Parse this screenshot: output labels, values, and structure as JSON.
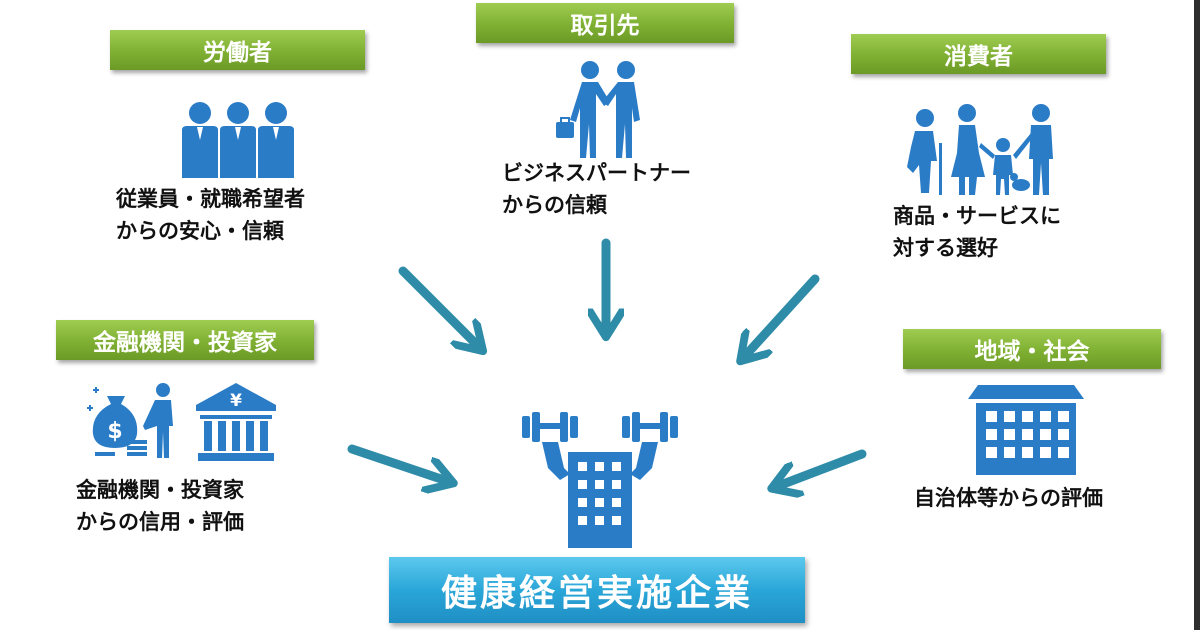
{
  "stakeholders": {
    "workers": {
      "label": "労働者",
      "line1": "従業員・就職希望者",
      "line2": "からの安心・信頼",
      "icon": "workers-icon"
    },
    "partners": {
      "label": "取引先",
      "line1": "ビジネスパートナー",
      "line2": "からの信頼",
      "icon": "handshake-icon"
    },
    "consumers": {
      "label": "消費者",
      "line1": "商品・サービスに",
      "line2": "対する選好",
      "icon": "family-icon"
    },
    "finance": {
      "label": "金融機関・投資家",
      "line1": "金融機関・投資家",
      "line2": "からの信用・評価",
      "icon": "bank-icon"
    },
    "community": {
      "label": "地域・社会",
      "line1": "自治体等からの評価",
      "icon": "building-icon"
    }
  },
  "center": {
    "title": "健康経営実施企業",
    "icon": "strong-building-icon"
  },
  "colors": {
    "label_green": "#7fb032",
    "icon_blue": "#2a7cc7",
    "arrow_teal": "#2f8ca8",
    "title_blue": "#2aa6d8"
  }
}
